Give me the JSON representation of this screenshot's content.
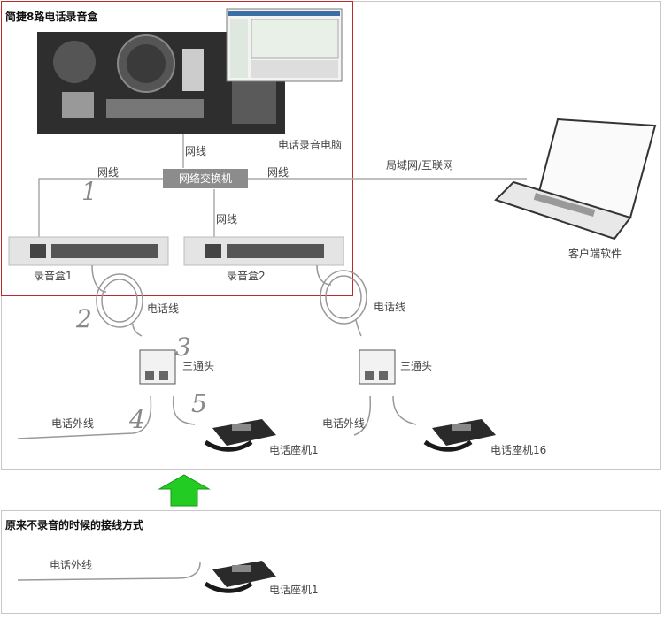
{
  "main_title": "简捷8路电话录音盒",
  "labels": {
    "recording_pc": "电话录音电脑",
    "switch": "网络交换机",
    "net_cable_top": "网线",
    "net_cable_left": "网线",
    "net_cable_right": "网线",
    "net_cable_mid": "网线",
    "lan": "局域网/互联网",
    "client_software": "客户端软件",
    "box1": "录音盒1",
    "box2": "录音盒2",
    "phone_cable_1": "电话线",
    "phone_cable_2": "电话线",
    "tee_1": "三通头",
    "tee_2": "三通头",
    "outside_line_1": "电话外线",
    "outside_line_2": "电话外线",
    "phone_1": "电话座机1",
    "phone_16": "电话座机16",
    "original_title": "原来不录音的时候的接线方式",
    "outside_line_orig": "电话外线",
    "phone_orig": "电话座机1"
  },
  "step_numbers": [
    "1",
    "2",
    "3",
    "4",
    "5"
  ],
  "colors": {
    "frame_red": "#c0272d",
    "frame_gray": "#c8c8c8",
    "arrow_green": "#22cc22",
    "switch_gray": "#8c8c8c"
  }
}
